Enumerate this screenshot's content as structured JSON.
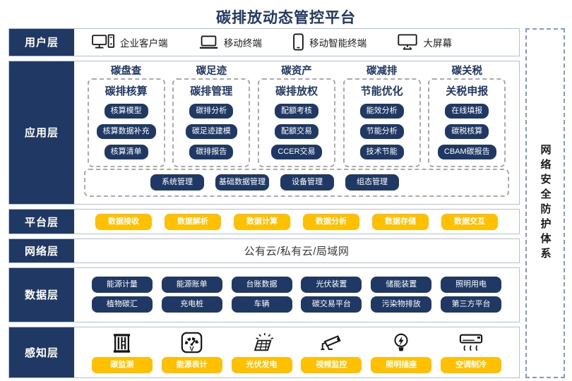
{
  "title": "碳排放动态管控平台",
  "colors": {
    "navy": "#1F3864",
    "orange": "#FFC000"
  },
  "security_panel": {
    "label": "网络安全防护体系"
  },
  "layers": {
    "user": {
      "label": "用户层",
      "items": [
        {
          "icon": "desktop-pc",
          "label": "企业客户端"
        },
        {
          "icon": "laptop",
          "label": "移动终端"
        },
        {
          "icon": "smartphone",
          "label": "移动智能终端"
        },
        {
          "icon": "big-screen",
          "label": "大屏幕"
        }
      ]
    },
    "application": {
      "label": "应用层",
      "columns": [
        {
          "header": "碳盘查",
          "subheader": "碳排核算",
          "items": [
            "核算模型",
            "核算数据补充",
            "核算清单"
          ]
        },
        {
          "header": "碳足迹",
          "subheader": "碳排管理",
          "items": [
            "碳排分析",
            "碳足迹建模",
            "碳排报告"
          ]
        },
        {
          "header": "碳资产",
          "subheader": "碳排放权",
          "items": [
            "配额考核",
            "配额交易",
            "CCER交易"
          ]
        },
        {
          "header": "碳减排",
          "subheader": "节能优化",
          "items": [
            "能效分析",
            "节能分析",
            "技术节能"
          ]
        },
        {
          "header": "碳关税",
          "subheader": "关税申报",
          "items": [
            "在线填报",
            "碳税核算",
            "CBAM碳报告"
          ]
        }
      ],
      "bottom_row": [
        "系统管理",
        "基础数据管理",
        "设备管理",
        "组态管理"
      ]
    },
    "platform": {
      "label": "平台层",
      "items": [
        "数据接收",
        "数据解析",
        "数据计算",
        "数据分析",
        "数据存储",
        "数据交互"
      ]
    },
    "network": {
      "label": "网络层",
      "content": "公有云/私有云/局域网"
    },
    "data": {
      "label": "数据层",
      "rows": [
        [
          "能源计量",
          "能源账单",
          "台账数据",
          "光伏装置",
          "储能装置",
          "照明用电"
        ],
        [
          "植物碳汇",
          "充电桩",
          "车辆",
          "碳交易平台",
          "污染物排放",
          "第三方平台"
        ]
      ]
    },
    "perception": {
      "label": "感知层",
      "items": [
        {
          "icon": "carbon-monitor",
          "label": "碳监测"
        },
        {
          "icon": "energy-meter",
          "label": "能源表计"
        },
        {
          "icon": "solar-panel",
          "label": "光伏发电"
        },
        {
          "icon": "cctv-camera",
          "label": "视频监控"
        },
        {
          "icon": "light-bulb",
          "label": "照明插座"
        },
        {
          "icon": "air-conditioner",
          "label": "空调制冷"
        }
      ]
    }
  }
}
